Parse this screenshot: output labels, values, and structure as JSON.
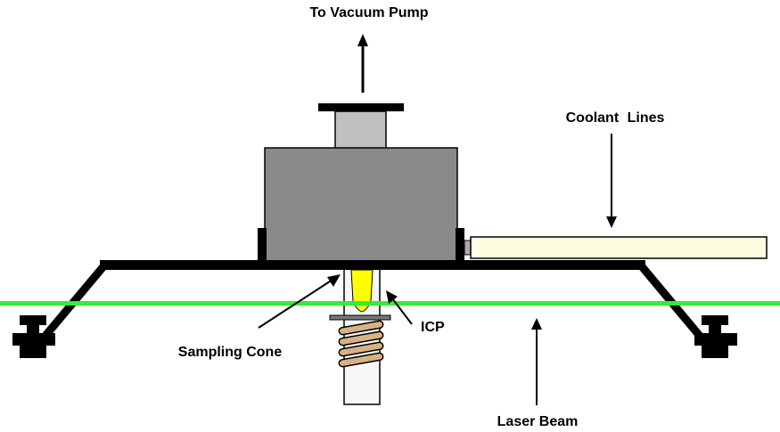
{
  "labels": {
    "vacuum_pump": "To Vacuum Pump",
    "coolant_lines": "Coolant Lines",
    "icp": "ICP",
    "sampling_cone": "Sampling Cone",
    "laser_beam": "Laser Beam"
  },
  "colors": {
    "housing": "#8a8a8a",
    "pump_port": "#c0c0c0",
    "coolant_line": "#fdfde0",
    "torch_tube": "#f7f7f7",
    "plasma": "#ffff00",
    "rf_coil": "#d7b384",
    "laser": "#33ee33",
    "frame": "#000000"
  }
}
